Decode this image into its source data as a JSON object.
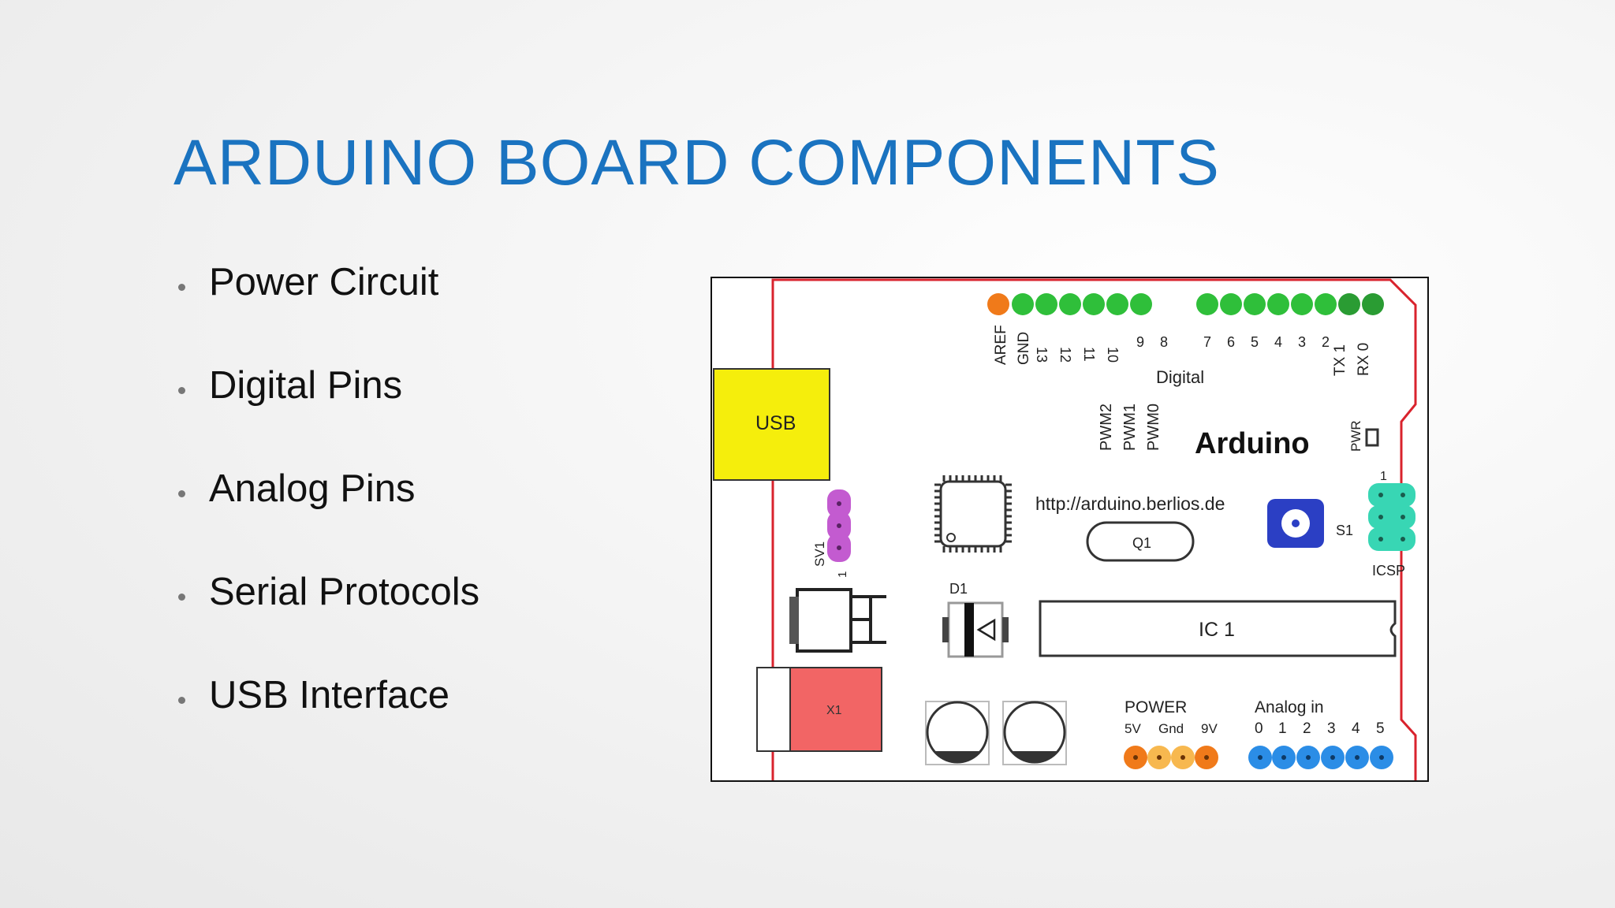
{
  "slide": {
    "title": "ARDUINO BOARD COMPONENTS",
    "bullets": [
      "Power Circuit",
      "Digital Pins",
      "Analog Pins",
      "Serial Protocols",
      "USB Interface"
    ]
  },
  "board": {
    "digital_header_labels": [
      "AREF",
      "GND",
      "13",
      "12",
      "11",
      "10",
      "9",
      "8",
      "7",
      "6",
      "5",
      "4",
      "3",
      "2",
      "TX 1",
      "RX 0"
    ],
    "digital_label": "Digital",
    "pwm_labels": [
      "PWM2",
      "PWM1",
      "PWM0"
    ],
    "brand": "Arduino",
    "pwr_label": "PWR",
    "usb_label": "USB",
    "url": "http://arduino.berlios.de",
    "crystal_label": "Q1",
    "reset_label": "S1",
    "icsp_label": "ICSP",
    "icsp_pin1": "1",
    "sv1_label": "SV1",
    "sv1_pin1": "1",
    "diode_label": "D1",
    "chip_label": "IC 1",
    "power_jack_label": "X1",
    "power_label": "POWER",
    "power_pins": [
      "5V",
      "Gnd",
      "9V"
    ],
    "analog_label": "Analog in",
    "analog_pins": [
      "0",
      "1",
      "2",
      "3",
      "4",
      "5"
    ],
    "colors": {
      "board_outline": "#d9232d",
      "digital_pins": "#2fbf3a",
      "aref_pin": "#f07a1a",
      "usb": "#f5ee0c",
      "power_jack": "#f26565",
      "reset_button": "#2b3fc4",
      "icsp": "#38d6b4",
      "sv1": "#c35bd0",
      "power_pins": "#f7b84f",
      "analog_pins": "#2b8de6"
    }
  }
}
